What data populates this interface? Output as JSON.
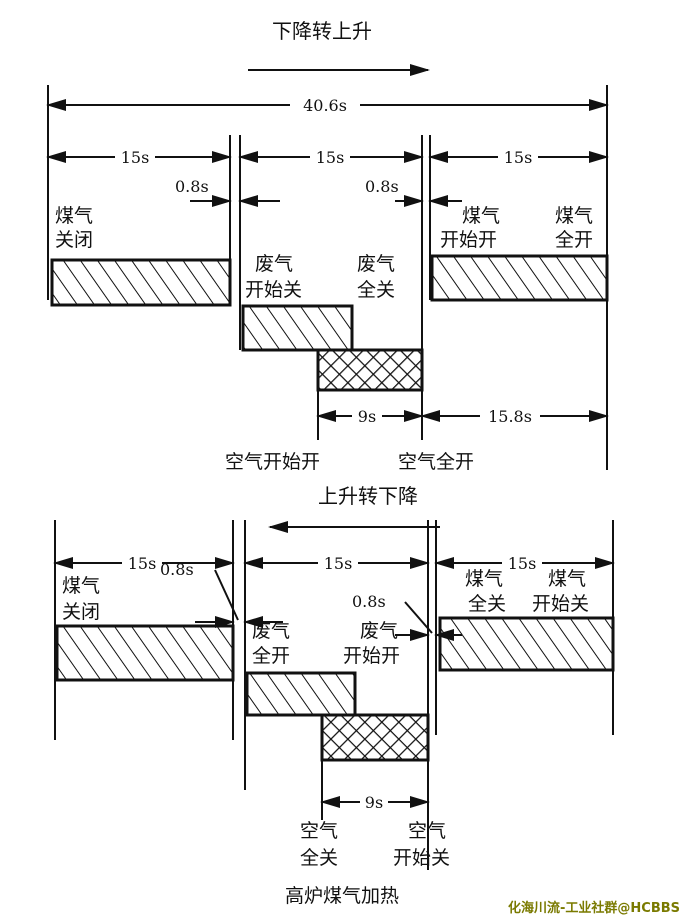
{
  "top": {
    "title": "下降转上升",
    "total": "40.6s",
    "dur1": "15s",
    "dur2": "15s",
    "dur3": "15s",
    "gap1": "0.8s",
    "gap2": "0.8s",
    "gas_closed": [
      "煤气",
      "关闭"
    ],
    "waste_start_close": [
      "废气",
      "开始关"
    ],
    "waste_full_close": [
      "废气",
      "全关"
    ],
    "gas_start_open": [
      "煤气",
      "开始开"
    ],
    "gas_full_open": [
      "煤气",
      "全开"
    ],
    "air_dur": "9s",
    "air_rest": "15.8s",
    "air_start_open": "空气开始开",
    "air_full_open": "空气全开"
  },
  "bottom": {
    "title": "上升转下降",
    "dur1": "15s",
    "dur2": "15s",
    "dur3": "15s",
    "gap1": "0.8s",
    "gap2": "0.8s",
    "gas_closed": [
      "煤气",
      "关闭"
    ],
    "waste_full_open": [
      "废气",
      "全开"
    ],
    "waste_start_open": [
      "废气",
      "开始开"
    ],
    "gas_full_close": [
      "煤气",
      "全关"
    ],
    "gas_start_close": [
      "煤气",
      "开始关"
    ],
    "air_dur": "9s",
    "air_full_close": [
      "空气",
      "全关"
    ],
    "air_start_close": [
      "空气",
      "开始关"
    ]
  },
  "caption": "高炉煤气加热",
  "watermark": "化海川流-工业社群@HCBBS",
  "colors": {
    "ink": "#111111",
    "watermark": "#7a7a00"
  }
}
